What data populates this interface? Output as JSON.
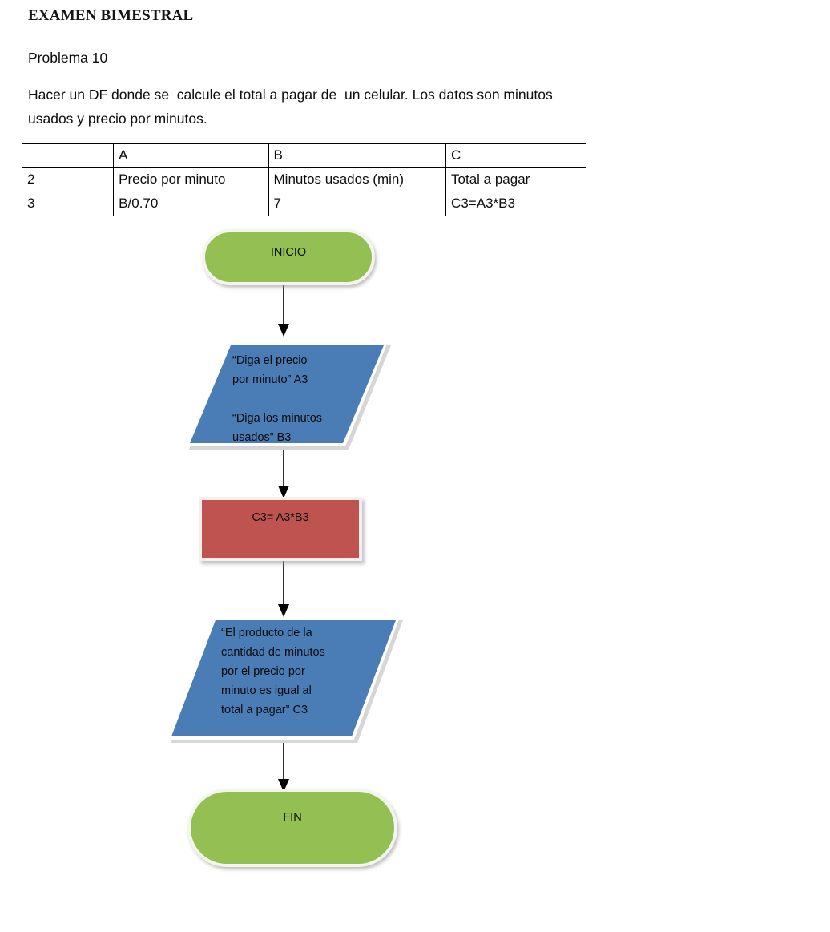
{
  "document": {
    "title": "EXAMEN BIMESTRAL",
    "problem_label": "Problema 10",
    "statement": "Hacer un DF donde se  calcule el total a pagar de  un celular. Los datos son minutos usados y precio por minutos."
  },
  "table": {
    "headers": [
      "",
      "A",
      "B",
      "C"
    ],
    "rows": [
      [
        "2",
        "Precio por minuto",
        "Minutos usados (min)",
        "Total a pagar"
      ],
      [
        "3",
        "B/0.70",
        "7",
        "C3=A3*B3"
      ]
    ]
  },
  "flowchart": {
    "colors": {
      "terminator": "#94bf52",
      "io": "#4a7cb5",
      "process": "#bf5350",
      "connector": "#000000"
    },
    "nodes": [
      {
        "id": "start",
        "shape": "terminator",
        "label": "INICIO"
      },
      {
        "id": "input",
        "shape": "parallelogram",
        "label": "“Diga el precio\npor minuto” A3\n\n“Diga los minutos\nusados” B3"
      },
      {
        "id": "process",
        "shape": "rectangle",
        "label": "C3= A3*B3"
      },
      {
        "id": "output",
        "shape": "parallelogram",
        "label": "“El producto de la\ncantidad de minutos\npor el precio por\nminuto es igual al\ntotal a pagar”  C3"
      },
      {
        "id": "end",
        "shape": "terminator",
        "label": "FIN"
      }
    ],
    "edges": [
      {
        "from": "start",
        "to": "input"
      },
      {
        "from": "input",
        "to": "process"
      },
      {
        "from": "process",
        "to": "output"
      },
      {
        "from": "output",
        "to": "end"
      }
    ]
  }
}
